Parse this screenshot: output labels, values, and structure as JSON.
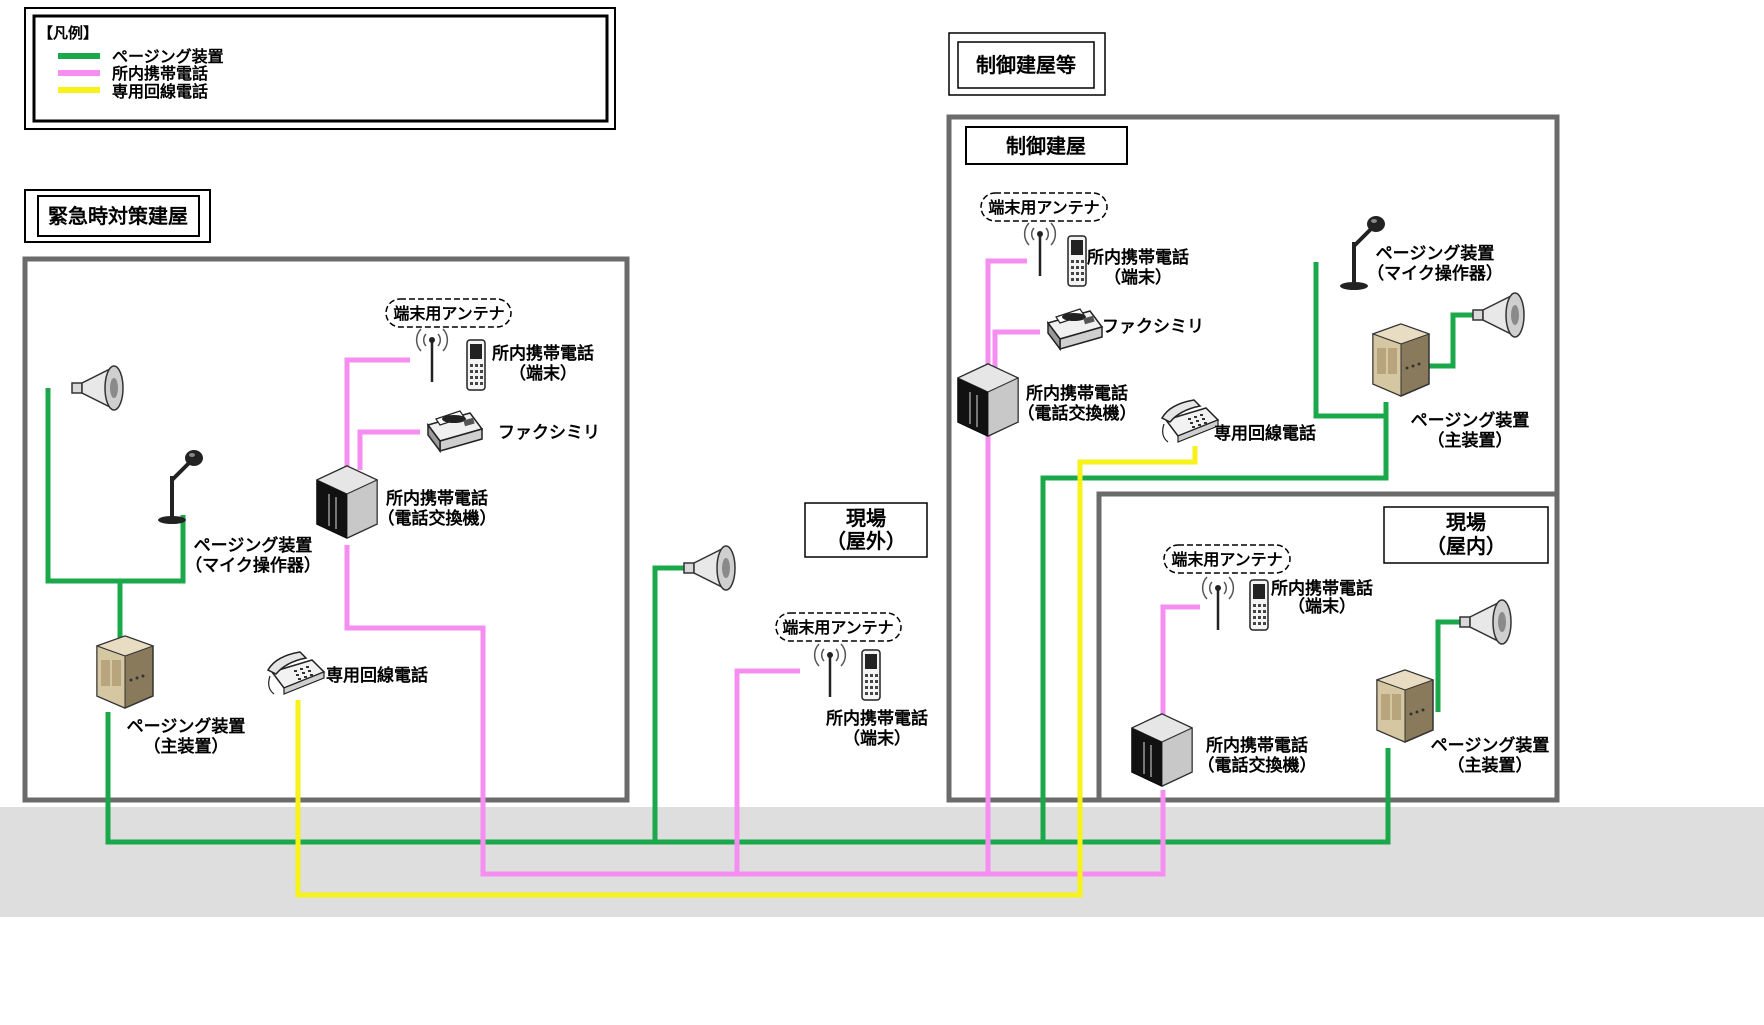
{
  "colors": {
    "paging": "#1aa84a",
    "phs": "#f58ef0",
    "dedicated": "#f6f21a",
    "ground": "#dedede",
    "box_border": "#6b6b6b"
  },
  "legend": {
    "title": "【凡例】",
    "items": [
      {
        "label": "ページング装置",
        "color": "#1aa84a"
      },
      {
        "label": "所内携帯電話",
        "color": "#f58ef0"
      },
      {
        "label": "専用回線電話",
        "color": "#f6f21a"
      }
    ]
  },
  "emergency_building": {
    "title": "緊急時対策建屋",
    "antenna_label": "端末用アンテナ",
    "phs_terminal_label": [
      "所内携帯電話",
      "（端末）"
    ],
    "fax_label": "ファクシミリ",
    "phs_exchange_label": [
      "所内携帯電話",
      "（電話交換機）"
    ],
    "paging_mic_label": [
      "ページング装置",
      "（マイク操作器）"
    ],
    "paging_main_label": [
      "ページング装置",
      "（主装置）"
    ],
    "dedicated_phone_label": "専用回線電話"
  },
  "outdoor_site": {
    "title": [
      "現場",
      "（屋外）"
    ],
    "antenna_label": "端末用アンテナ",
    "phs_terminal_label": [
      "所内携帯電話",
      "（端末）"
    ]
  },
  "control_area": {
    "title": "制御建屋等",
    "control_building": {
      "title": "制御建屋",
      "antenna_label": "端末用アンテナ",
      "phs_terminal_label": [
        "所内携帯電話",
        "（端末）"
      ],
      "fax_label": "ファクシミリ",
      "phs_exchange_label": [
        "所内携帯電話",
        "（電話交換機）"
      ],
      "dedicated_phone_label": "専用回線電話",
      "paging_mic_label": [
        "ページング装置",
        "（マイク操作器）"
      ],
      "paging_main_label": [
        "ページング装置",
        "（主装置）"
      ]
    },
    "indoor_site": {
      "title": [
        "現場",
        "（屋内）"
      ],
      "antenna_label": "端末用アンテナ",
      "phs_terminal_label": [
        "所内携帯電話",
        "（端末）"
      ],
      "phs_exchange_label": [
        "所内携帯電話",
        "（電話交換機）"
      ],
      "paging_main_label": [
        "ページング装置",
        "（主装置）"
      ]
    }
  }
}
